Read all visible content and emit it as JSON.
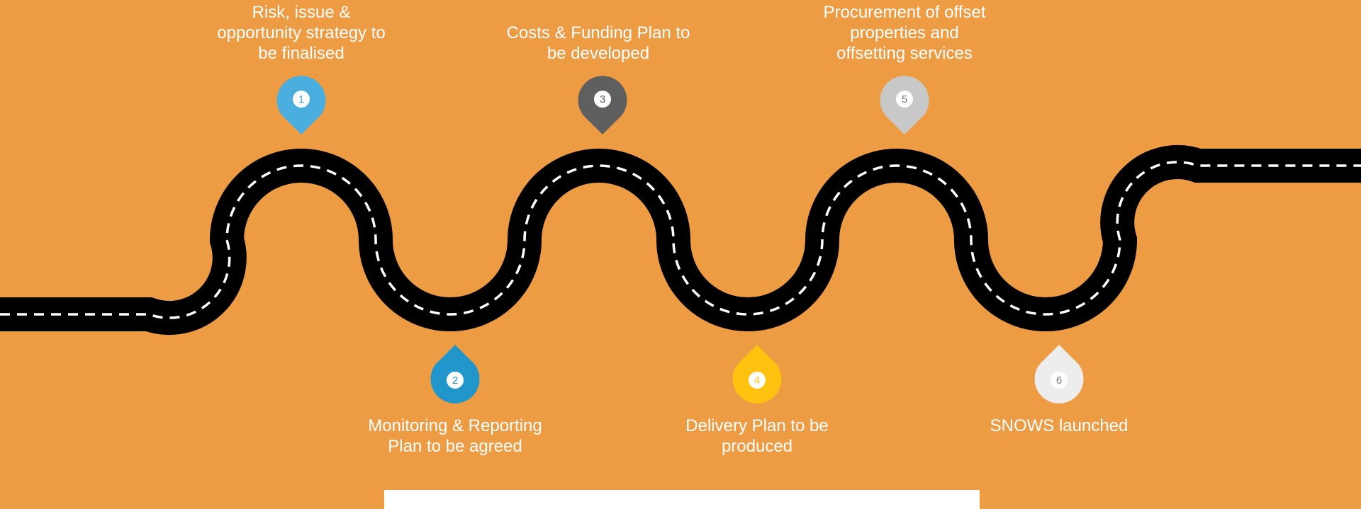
{
  "colors": {
    "background": "#ED9C44",
    "road": "#000000",
    "lane_marking": "#ffffff"
  },
  "milestones": [
    {
      "number": "1",
      "label": "Risk, issue &\nopportunity strategy to\nbe finalised",
      "color": "#4AAEDF",
      "position": "top"
    },
    {
      "number": "2",
      "label": "Monitoring & Reporting\nPlan to be agreed",
      "color": "#2196CB",
      "position": "bottom"
    },
    {
      "number": "3",
      "label": "Costs & Funding Plan to\nbe developed",
      "color": "#5F5F5F",
      "position": "top"
    },
    {
      "number": "4",
      "label": "Delivery Plan to be\nproduced",
      "color": "#FFC20E",
      "position": "bottom"
    },
    {
      "number": "5",
      "label": "Procurement of offset\nproperties and\noffsetting services",
      "color": "#C8C8C8",
      "position": "top"
    },
    {
      "number": "6",
      "label": "SNOWS launched",
      "color": "#EDEDED",
      "position": "bottom"
    }
  ]
}
